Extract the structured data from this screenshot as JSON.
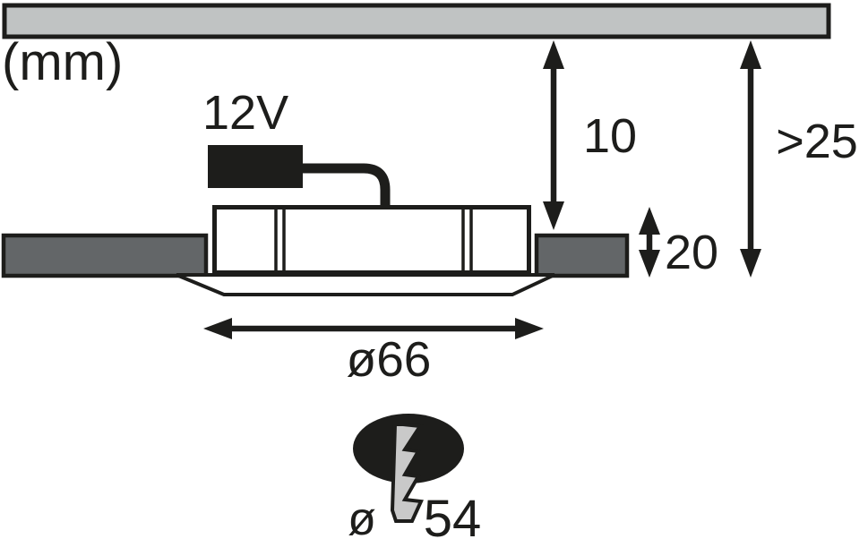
{
  "diagram": {
    "unit_label": "(mm)",
    "transformer_label": "12V",
    "dimensions": {
      "clearance_above": "10",
      "min_recess_depth": ">25",
      "housing_height": "20",
      "outer_diameter": "ø66",
      "cutout_symbol": "ø",
      "cutout_diameter": "54"
    },
    "colors": {
      "ceiling_bar_fill": "#c0c3c3",
      "mounting_panel_fill": "#636668",
      "line": "#1d1d1b",
      "housing_fill": "#ffffff",
      "saw_blade_fill": "#c9c9c9"
    }
  }
}
